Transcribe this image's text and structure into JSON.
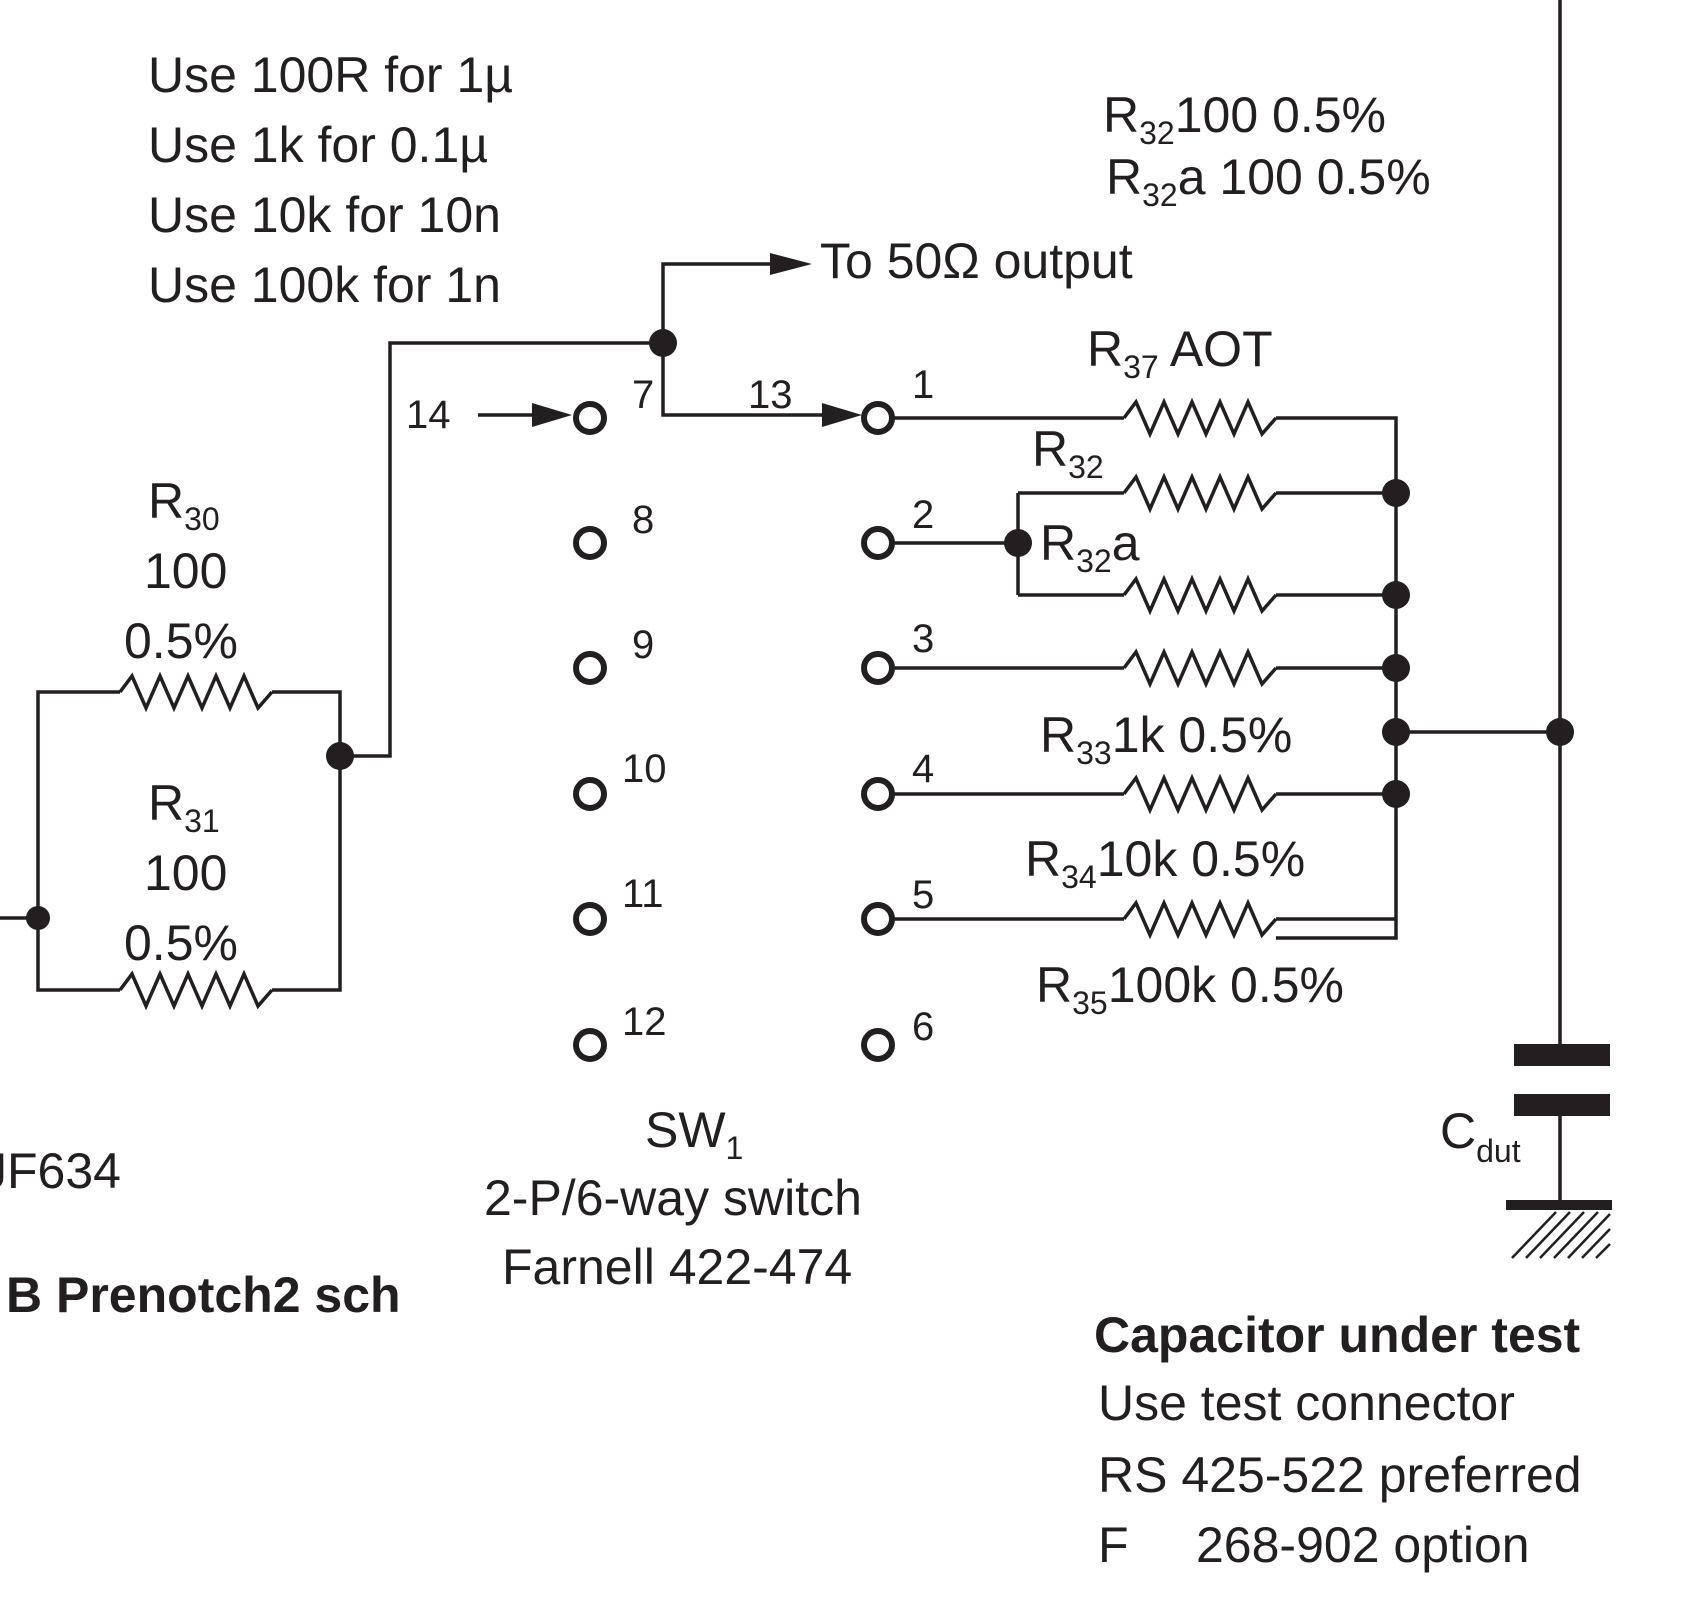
{
  "notes": [
    "Use 100R for 1µ",
    "Use 1k for 0.1µ",
    "Use 10k for 10n",
    "Use 100k for 1n"
  ],
  "output_label": "To 50Ω output",
  "r32_spec": {
    "main": "R",
    "sub": "32",
    "value": "100  0.5%"
  },
  "r32a_spec": {
    "main": "R",
    "sub": "32",
    "value": "a 100  0.5%"
  },
  "r30": {
    "main": "R",
    "sub": "30",
    "value": "100",
    "tol": "0.5%"
  },
  "r31": {
    "main": "R",
    "sub": "31",
    "value": "100",
    "tol": "0.5%"
  },
  "r37": {
    "main": "R",
    "sub": "37",
    "value": " AOT"
  },
  "r32": {
    "main": "R",
    "sub": "32"
  },
  "r32a": {
    "main": "R",
    "sub": "32",
    "suffix": "a"
  },
  "r33": {
    "main": "R",
    "sub": "33",
    "value": "1k  0.5%"
  },
  "r34": {
    "main": "R",
    "sub": "34",
    "value": "10k  0.5%"
  },
  "r35": {
    "main": "R",
    "sub": "35",
    "value": "100k  0.5%"
  },
  "switch": {
    "main": "SW",
    "sub": "1",
    "desc": "2-P/6-way switch",
    "part": "Farnell 422-474",
    "pole_a": "14",
    "pole_b": "13",
    "left_pins": [
      "7",
      "8",
      "9",
      "10",
      "11",
      "12"
    ],
    "right_pins": [
      "1",
      "2",
      "3",
      "4",
      "5",
      "6"
    ]
  },
  "ic_fragment": "JF634",
  "board_fragment": "B Prenotch2 sch",
  "cdut": {
    "main": "C",
    "sub": "dut"
  },
  "cap_note": {
    "title": "Capacitor under test",
    "line1": "Use test connector",
    "line2": "RS 425-522 preferred",
    "line3_prefix": "F",
    "line3": "268-902 option"
  }
}
